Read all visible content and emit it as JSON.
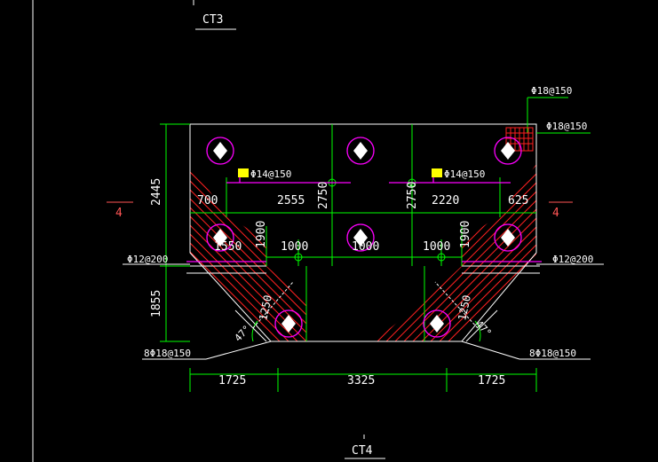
{
  "colors": {
    "background": "#000000",
    "outline": "#ffffff",
    "dimension": "#00ff00",
    "rebar": "#ff00ff",
    "hatch": "#ff2020",
    "section": "#ff5555",
    "text": "#ffffff"
  },
  "labels": {
    "title_top": "CT3",
    "title_bottom": "CT4",
    "section_left": "4",
    "section_right": "4",
    "rebar_top_corner": "Φ18@150",
    "rebar_right_corner": "Φ18@150",
    "rebar_mid_left": "Φ12@200",
    "rebar_mid_right": "Φ12@200",
    "rebar_bottom_left": "8Φ18@150",
    "rebar_bottom_right": "8Φ18@150",
    "rebar_inner_left": "Φ14@150",
    "rebar_inner_right": "Φ14@150",
    "angle_left": "47°",
    "angle_right": "47°"
  },
  "dimensions": {
    "left_height_top": "2445",
    "left_height_bottom": "1855",
    "bottom_left": "1725",
    "bottom_middle": "3325",
    "bottom_right": "1725",
    "inner_700": "700",
    "inner_2555": "2555",
    "inner_2750_left": "2750",
    "inner_2750_right": "2750",
    "inner_2220": "2220",
    "inner_625": "625",
    "inner_1550": "1550",
    "inner_1900_left": "1900",
    "inner_1900_right": "1900",
    "inner_1000_left": "1000",
    "inner_1000_mid": "1000",
    "inner_1000_right": "1000",
    "diag_1250_left": "1250",
    "diag_1250_right": "1250"
  }
}
